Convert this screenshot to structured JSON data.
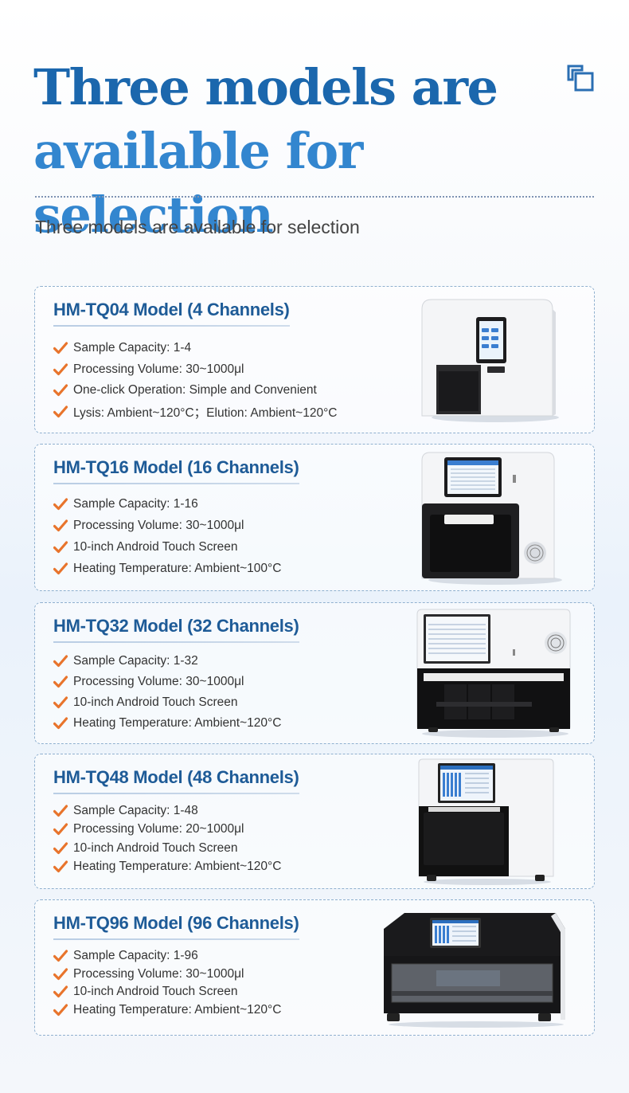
{
  "hero": {
    "title_line1": "Three models are",
    "title_line2": "available for selection",
    "subtitle": "Three models are available for selection"
  },
  "icons": {
    "corner": "copy-icon",
    "bullet": "check-icon"
  },
  "colors": {
    "title_dark": "#1b67ad",
    "title_light": "#3386cf",
    "card_title": "#1e5b97",
    "check": "#e8742c"
  },
  "models": [
    {
      "title": "HM-TQ04 Model (4 Channels)",
      "features": [
        "Sample Capacity:  1-4",
        "Processing Volume: 30~1000μl",
        "One-click Operation: Simple and Convenient",
        "Lysis: Ambient~120°C；Elution: Ambient~120°C"
      ]
    },
    {
      "title": "HM-TQ16 Model (16 Channels)",
      "features": [
        "Sample Capacity:  1-16",
        "Processing Volume: 30~1000μl",
        "10-inch Android Touch Screen",
        "Heating Temperature: Ambient~100°C"
      ]
    },
    {
      "title": "HM-TQ32 Model (32 Channels)",
      "features": [
        "Sample Capacity:  1-32",
        "Processing Volume: 30~1000μl",
        "10-inch Android Touch Screen",
        "Heating Temperature: Ambient~120°C"
      ]
    },
    {
      "title": "HM-TQ48 Model (48 Channels)",
      "features": [
        "Sample Capacity:  1-48",
        "Processing Volume: 20~1000μl",
        "10-inch Android Touch Screen",
        "Heating Temperature: Ambient~120°C"
      ]
    },
    {
      "title": "HM-TQ96 Model (96 Channels)",
      "features": [
        "Sample Capacity:  1-96",
        "Processing Volume: 30~1000μl",
        "10-inch Android Touch Screen",
        "Heating Temperature: Ambient~120°C"
      ]
    }
  ]
}
